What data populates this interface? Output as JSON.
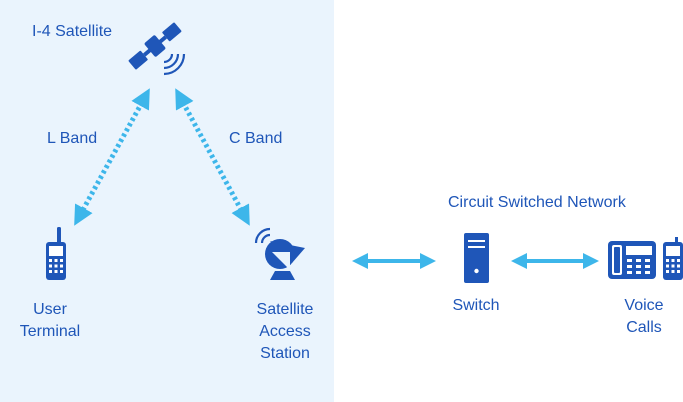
{
  "satellite": {
    "label": "I-4 Satellite"
  },
  "links": {
    "l_band": "L Band",
    "c_band": "C Band"
  },
  "user_terminal": {
    "line1": "User",
    "line2": "Terminal"
  },
  "access_station": {
    "line1": "Satellite",
    "line2": "Access",
    "line3": "Station"
  },
  "network": {
    "title": "Circuit Switched Network",
    "switch_label": "Switch"
  },
  "voice": {
    "line1": "Voice",
    "line2": "Calls"
  },
  "colors": {
    "icon": "#1f56b8",
    "link": "#3db6ea",
    "panel": "#eaf4fd"
  }
}
